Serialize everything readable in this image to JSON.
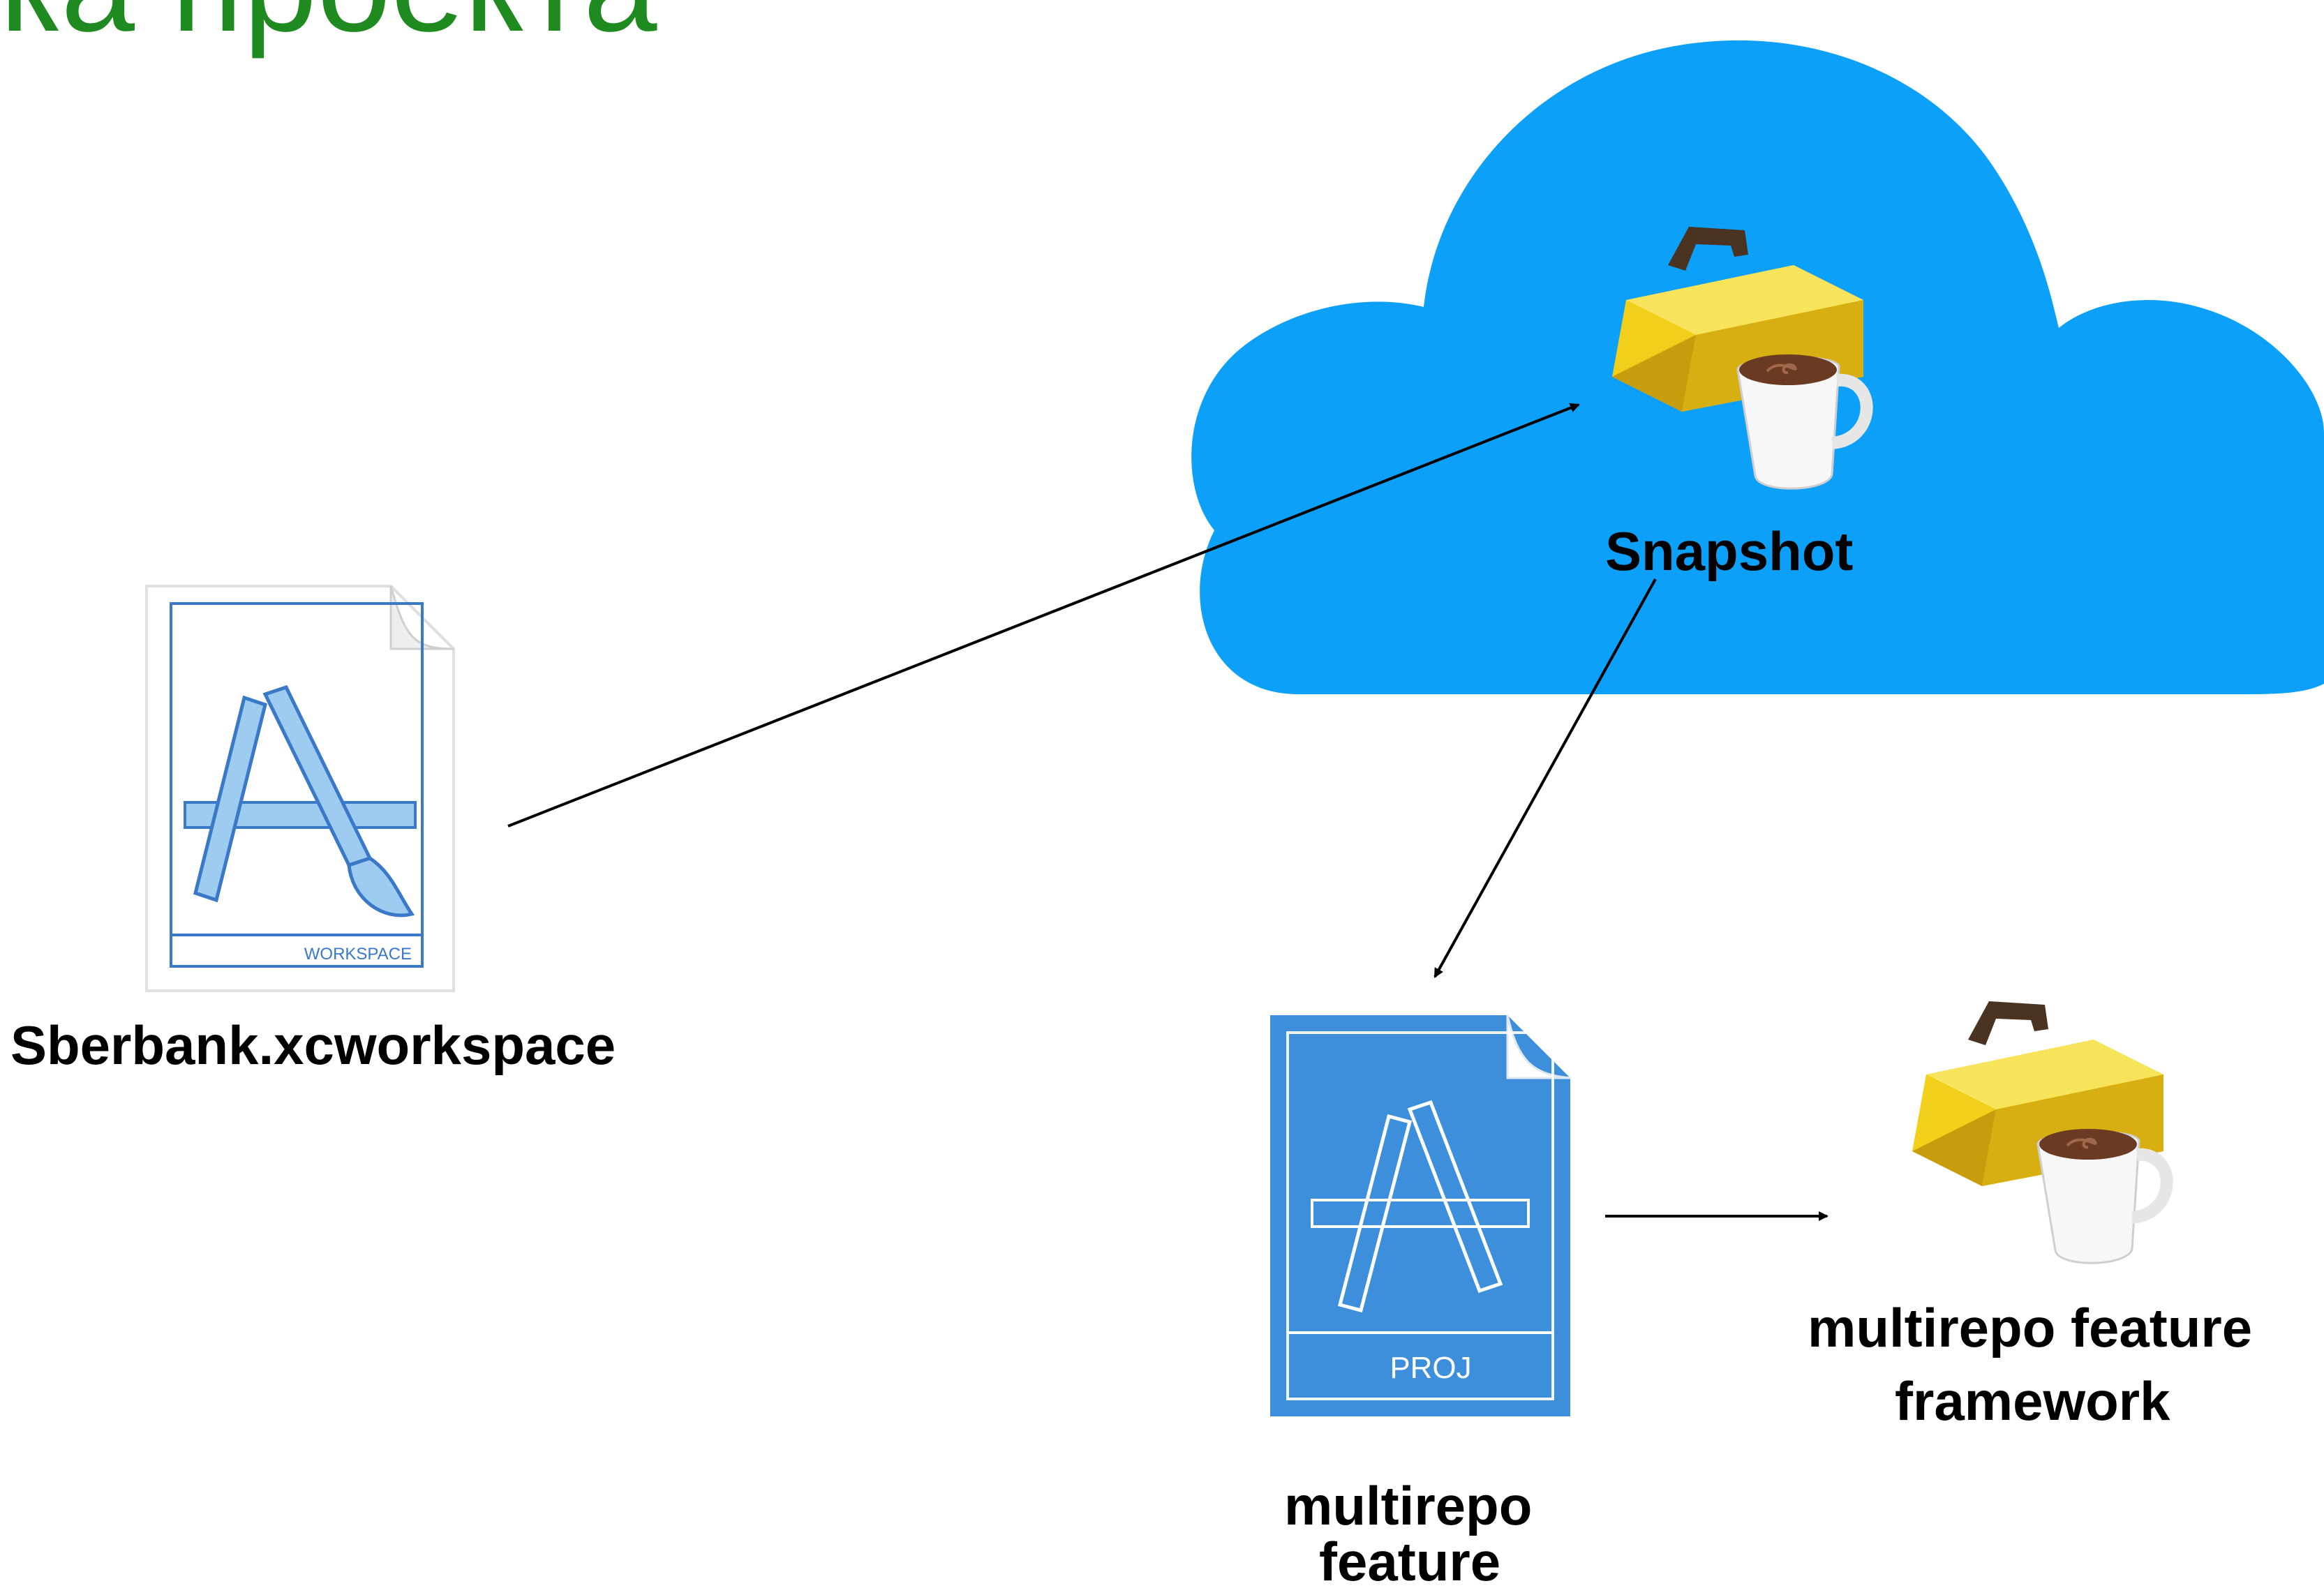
{
  "title": "ка проекта",
  "nodes": {
    "workspace": {
      "label": "Sberbank.xcworkspace",
      "icon": "xcode-workspace-icon",
      "badge": "WORKSPACE"
    },
    "snapshot": {
      "label": "Snapshot",
      "icon": "toolbox-coffee-icon"
    },
    "project": {
      "label_line1": "multirepo",
      "label_line2": "feature",
      "icon": "xcode-project-icon",
      "badge": "PROJ"
    },
    "framework": {
      "label_line1": "multirepo feature",
      "label_line2": "framework",
      "icon": "toolbox-coffee-icon"
    }
  },
  "edges": [
    {
      "from": "workspace",
      "to": "snapshot"
    },
    {
      "from": "snapshot",
      "to": "project"
    },
    {
      "from": "project",
      "to": "framework"
    }
  ],
  "colors": {
    "title": "#1f8a1f",
    "cloud": "#0ca0f8",
    "workspace_line": "#3a78c8",
    "project_bg": "#3d8fdc",
    "toolbox": "#f2cf1a"
  }
}
